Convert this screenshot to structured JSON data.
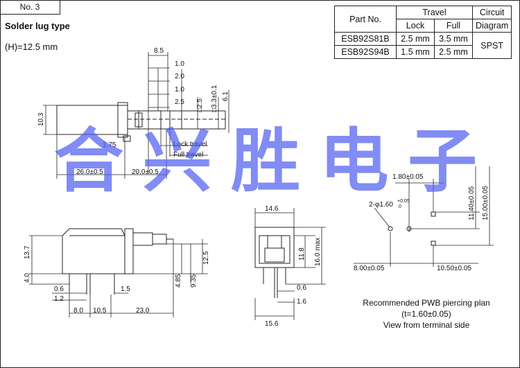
{
  "header": {
    "number": "No. 3",
    "type": "Solder lug type",
    "height_note": "(H)=12.5 mm"
  },
  "spec_table": {
    "col_part": "Part No.",
    "col_travel": "Travel",
    "col_lock": "Lock",
    "col_full": "Full",
    "col_circuit_1": "Circuit",
    "col_circuit_2": "Diagram",
    "rows": [
      {
        "part": "ESB92S81B",
        "lock": "2.5 mm",
        "full": "3.5 mm"
      },
      {
        "part": "ESB92S94B",
        "lock": "1.5 mm",
        "full": "2.5 mm"
      }
    ],
    "circuit": "SPST"
  },
  "top_view": {
    "d_8_5": "8.5",
    "d_1_0a": "1.0",
    "d_2_0": "2.0",
    "d_1_0b": "1.0",
    "d_2_5": "2.5",
    "d_sq2_5": "□2.5",
    "d_sq3_3": "□3.3±0.1",
    "d_6_1": "6.1",
    "d_10_3": "10.3",
    "d_1_75": "1.75",
    "lock_travel": "Lock travel",
    "full_travel": "Full travel",
    "d_26": "26.0±0.5",
    "d_20": "20.0±0.5"
  },
  "side_view": {
    "d_13_7": "13.7",
    "d_4_0": "4.0",
    "d_12_5": "12.5",
    "d_4_85": "4.85",
    "d_9_35": "9.35",
    "d_0_6": "0.6",
    "d_1_2": "1.2",
    "d_1_5": "1.5",
    "d_8_0": "8.0",
    "d_10_5": "10.5",
    "d_23": "23.0"
  },
  "front_view": {
    "d_14_6": "14.6",
    "d_11_8": "11.8",
    "d_16_max": "16.0 max",
    "d_0_6": "0.6",
    "d_1_6": "1.6",
    "d_15_6": "15.6"
  },
  "pcb_plan": {
    "d_1_80": "1.80±0.05",
    "d_hole": "2-φ1.60",
    "tol_plus": "+0.05",
    "tol_minus": "0",
    "d_11_40": "11.40±0.05",
    "d_15_00": "15.00±0.05",
    "d_8_00": "8.00±0.05",
    "d_10_50": "10.50±0.05",
    "note_1": "Recommended PWB piercing plan",
    "note_2": "(t=1.60±0.05)",
    "note_3": "View from terminal side"
  },
  "watermark": [
    "合",
    "兴",
    "胜",
    "电",
    "子"
  ]
}
